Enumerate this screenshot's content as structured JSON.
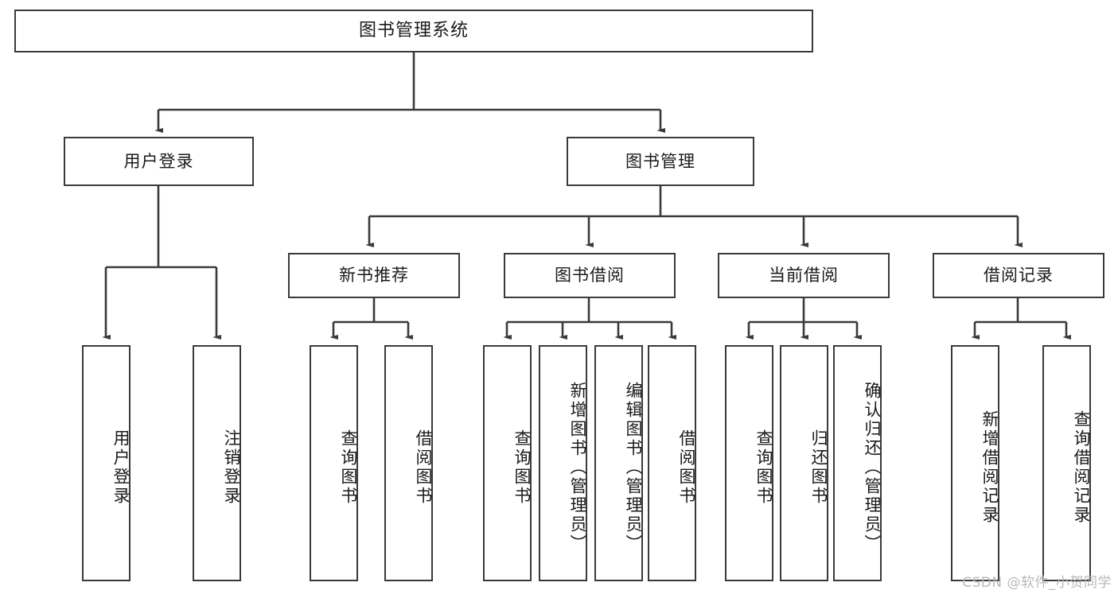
{
  "diagram": {
    "title": "图书管理系统",
    "type": "hierarchy-tree",
    "watermark": "CSDN @软件_小贺同学",
    "colors": {
      "background": "#ffffff",
      "border": "#3a3a3a",
      "line": "#3a3a3a",
      "text": "#1a1a1a",
      "watermark": "#b9b9b9"
    },
    "root": {
      "label": "图书管理系统"
    },
    "level1": [
      {
        "label": "用户登录"
      },
      {
        "label": "图书管理"
      }
    ],
    "level2": [
      {
        "label": "新书推荐"
      },
      {
        "label": "图书借阅"
      },
      {
        "label": "当前借阅"
      },
      {
        "label": "借阅记录"
      }
    ],
    "leaves": {
      "user_login": [
        {
          "label": "用户登录"
        },
        {
          "label": "注销登录"
        }
      ],
      "new_book_recommend": [
        {
          "label": "查询图书"
        },
        {
          "label": "借阅图书"
        }
      ],
      "book_borrow": [
        {
          "label": "查询图书"
        },
        {
          "label": "新增图书（管理员）"
        },
        {
          "label": "编辑图书（管理员）"
        },
        {
          "label": "借阅图书"
        }
      ],
      "current_borrow": [
        {
          "label": "查询图书"
        },
        {
          "label": "归还图书"
        },
        {
          "label": "确认归还（管理员）"
        }
      ],
      "borrow_record": [
        {
          "label": "新增借阅记录"
        },
        {
          "label": "查询借阅记录"
        }
      ]
    }
  }
}
